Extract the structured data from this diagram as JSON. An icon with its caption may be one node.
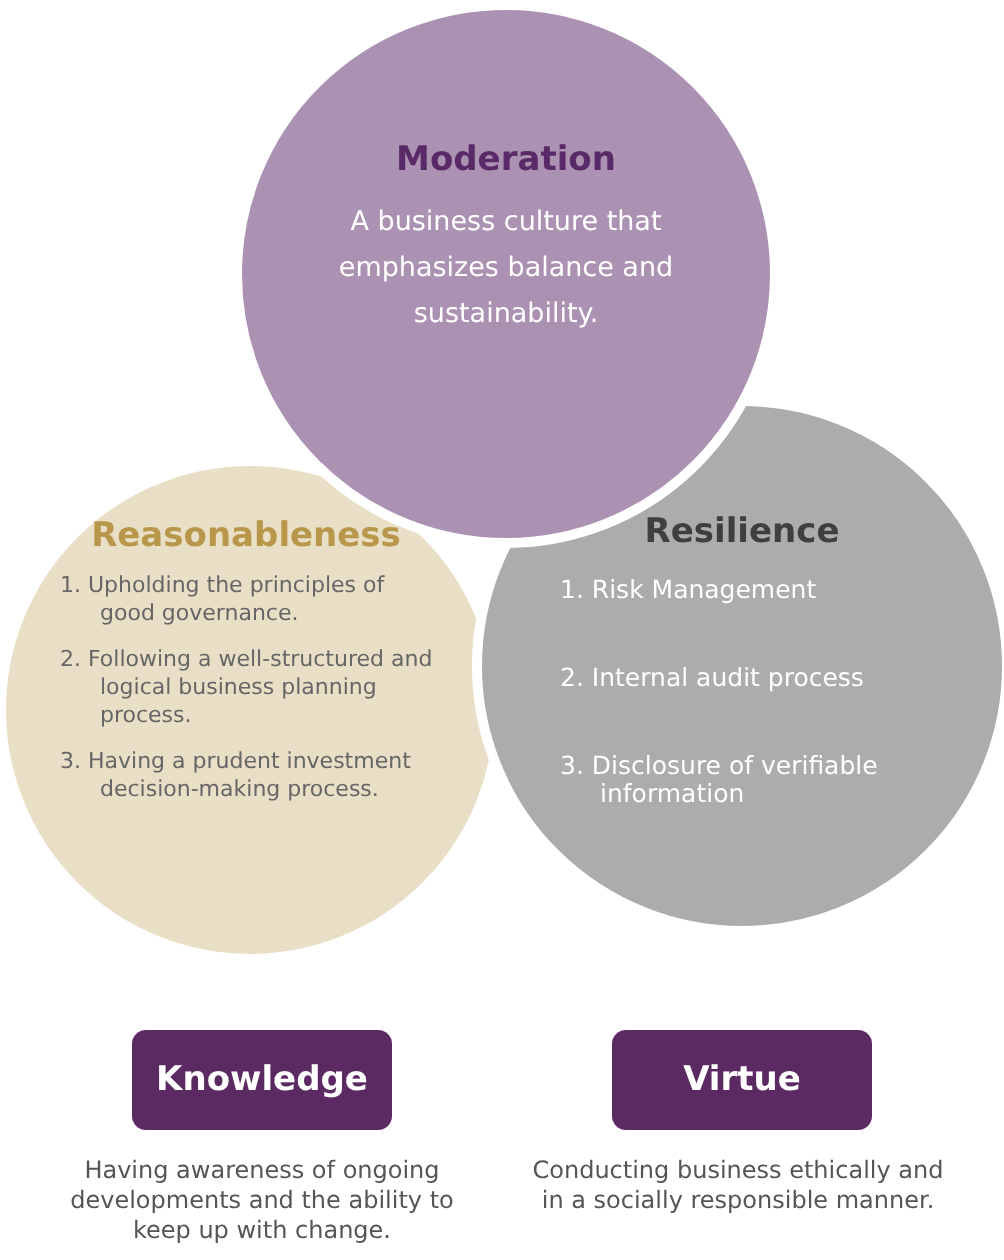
{
  "diagram": {
    "nodes": [
      {
        "text": [
          "Reasonableness",
          "1. Upholding the principles of good governance.",
          "2. Following a well-structured and logical business planning process.",
          "3. Having a prudent investment decision-making process."
        ]
      },
      {
        "text": [
          "Resilience",
          "1. Risk Management",
          "2. Internal audit process",
          "3. Disclosure of verifiable information"
        ]
      },
      {
        "text": [
          "Moderation",
          "A business culture that emphasizes balance and sustainability."
        ]
      },
      {
        "text": [
          "Knowledge"
        ],
        "beside": [
          "Having awareness of ongoing developments and the ability to keep up with change."
        ]
      },
      {
        "text": [
          "Virtue"
        ],
        "beside": [
          "Conducting business ethically and in a socially responsible manner."
        ]
      }
    ]
  }
}
